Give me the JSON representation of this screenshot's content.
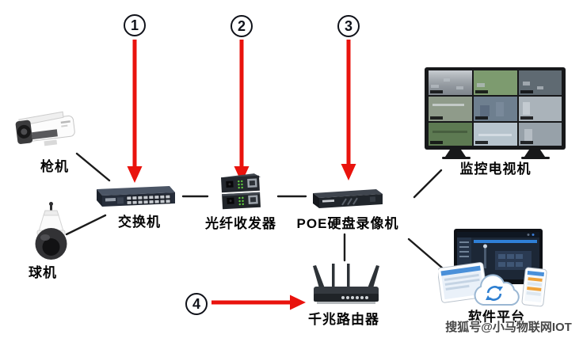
{
  "steps": [
    {
      "number": "1"
    },
    {
      "number": "2"
    },
    {
      "number": "3"
    },
    {
      "number": "4"
    }
  ],
  "nodes": {
    "bullet_camera": {
      "label": "枪机"
    },
    "dome_camera": {
      "label": "球机"
    },
    "switch": {
      "label": "交换机"
    },
    "fiber_transceiver": {
      "label": "光纤收发器"
    },
    "poe_nvr": {
      "label": "POE硬盘录像机"
    },
    "monitor_tv": {
      "label": "监控电视机"
    },
    "gigabit_router": {
      "label": "千兆路由器"
    },
    "software_platform": {
      "label": "软件平台"
    }
  },
  "watermark": {
    "text": "搜狐号@小马物联网IOT"
  },
  "colors": {
    "arrow_red": "#e9130d",
    "line_black": "#1b1b1b"
  }
}
